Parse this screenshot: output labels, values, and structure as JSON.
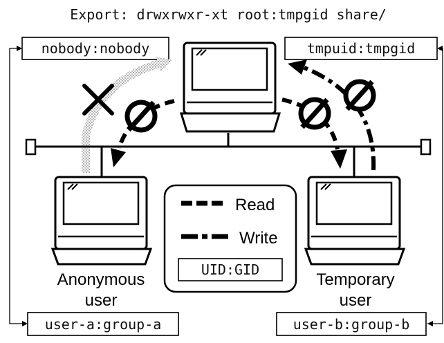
{
  "diagram": {
    "export_line": "Export: drwxrwxr-xt root:tmpgid share/",
    "ids": {
      "top_left": "nobody:nobody",
      "top_right": "tmpuid:tmpgid",
      "bottom_left": "user-a:group-a",
      "bottom_right": "user-b:group-b"
    },
    "users": {
      "anonymous_line1": "Anonymous",
      "anonymous_line2": "user",
      "temporary_line1": "Temporary",
      "temporary_line2": "user"
    },
    "legend": {
      "read": "Read",
      "write": "Write",
      "uid_gid": "UID:GID"
    }
  }
}
